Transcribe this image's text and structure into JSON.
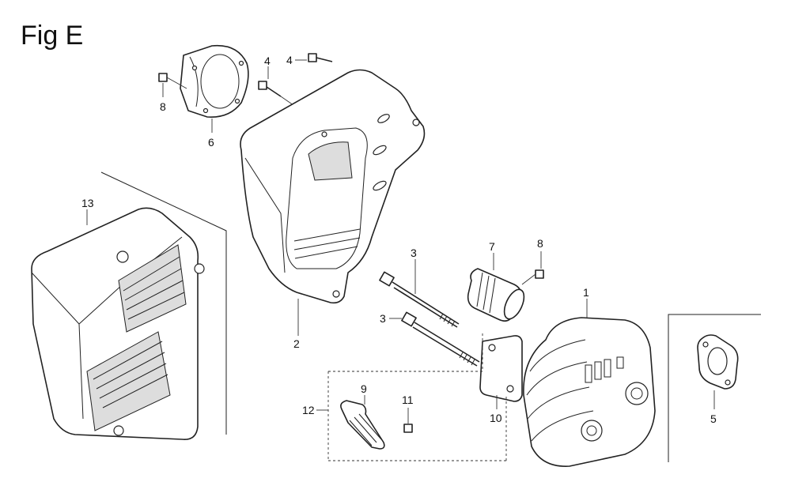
{
  "figure": {
    "title": "Fig E"
  },
  "callouts": {
    "c1": "1",
    "c2": "2",
    "c3a": "3",
    "c3b": "3",
    "c4a": "4",
    "c4b": "4",
    "c5": "5",
    "c6": "6",
    "c7": "7",
    "c8a": "8",
    "c8b": "8",
    "c9": "9",
    "c10": "10",
    "c11": "11",
    "c12": "12",
    "c13": "13"
  }
}
